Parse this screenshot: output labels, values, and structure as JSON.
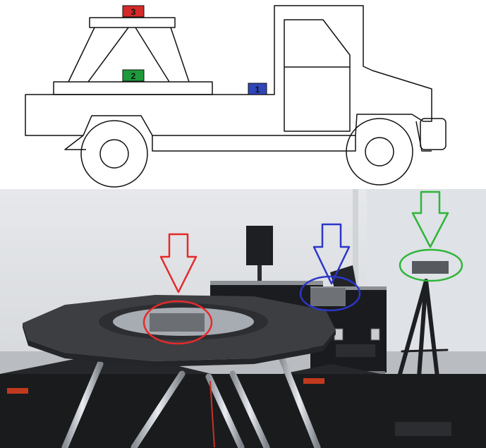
{
  "diagram": {
    "markers": [
      {
        "label": "1",
        "color": "#2f45b8"
      },
      {
        "label": "2",
        "color": "#1e9a3c"
      },
      {
        "label": "3",
        "color": "#d42a2a"
      }
    ]
  },
  "photo": {
    "callouts": [
      {
        "name": "red",
        "color": "#e52a2a"
      },
      {
        "name": "blue",
        "color": "#2d36c8"
      },
      {
        "name": "green",
        "color": "#2fb53a"
      }
    ]
  }
}
